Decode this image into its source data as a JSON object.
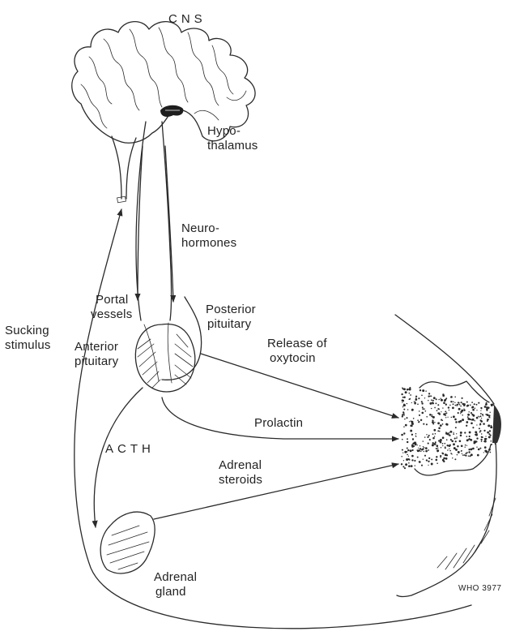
{
  "labels": {
    "cns": "CNS",
    "hypothalamus_line1": "Hypo-",
    "hypothalamus_line2": "thalamus",
    "neurohormones_line1": "Neuro-",
    "neurohormones_line2": "hormones",
    "portal_vessels_line1": "Portal",
    "portal_vessels_line2": "vessels",
    "posterior_pituitary_line1": "Posterior",
    "posterior_pituitary_line2": "pituitary",
    "sucking_stimulus_line1": "Sucking",
    "sucking_stimulus_line2": "stimulus",
    "anterior_pituitary_line1": "Anterior",
    "anterior_pituitary_line2": "pituitary",
    "release_oxytocin_line1": "Release of",
    "release_oxytocin_line2": "oxytocin",
    "prolactin": "Prolactin",
    "acth": "ACTH",
    "adrenal_steroids_line1": "Adrenal",
    "adrenal_steroids_line2": "steroids",
    "adrenal_gland_line1": "Adrenal",
    "adrenal_gland_line2": "gland",
    "figure_code": "WHO 3977"
  },
  "icons": {
    "brain": "brain-icon",
    "pituitary": "pituitary-icon",
    "adrenal": "adrenal-gland-icon",
    "breast": "breast-icon"
  },
  "colors": {
    "ink": "#2a2a2a",
    "background": "#ffffff"
  }
}
